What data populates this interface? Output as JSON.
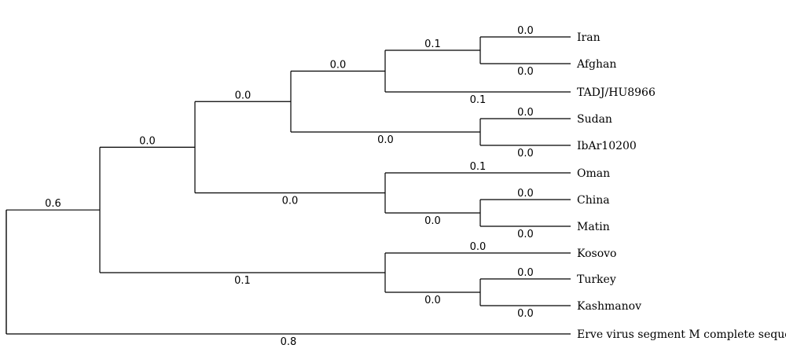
{
  "chart_data": {
    "type": "phylogenetic-tree",
    "leaves": [
      {
        "id": "iran",
        "name": "Iran"
      },
      {
        "id": "afghan",
        "name": "Afghan"
      },
      {
        "id": "tadj",
        "name": "TADJ/HU8966"
      },
      {
        "id": "sudan",
        "name": "Sudan"
      },
      {
        "id": "ibar",
        "name": "IbAr10200"
      },
      {
        "id": "oman",
        "name": "Oman"
      },
      {
        "id": "china",
        "name": "China"
      },
      {
        "id": "matin",
        "name": "Matin"
      },
      {
        "id": "kosovo",
        "name": "Kosovo"
      },
      {
        "id": "turkey",
        "name": "Turkey"
      },
      {
        "id": "kashmanov",
        "name": "Kashmanov"
      },
      {
        "id": "erve",
        "name": "Erve virus segment M complete sequence"
      }
    ],
    "branch_labels": {
      "root_to_n1": "0.6",
      "root_to_erve": "0.8",
      "n1_to_n2": "0.0",
      "n1_to_n7": "0.1",
      "n2_to_n3": "0.0",
      "n2_to_n5": "0.0",
      "n3_to_n4": "0.0",
      "n3_to_n9": "0.0",
      "n4_to_n10": "0.1",
      "n4_to_tadj": "0.1",
      "n10_to_iran": "0.0",
      "n10_to_afghan": "0.0",
      "n9_to_sudan": "0.0",
      "n9_to_ibar": "0.0",
      "n5_to_oman": "0.1",
      "n5_to_n6": "0.0",
      "n6_to_china": "0.0",
      "n6_to_matin": "0.0",
      "n7_to_kosovo": "0.0",
      "n7_to_n8": "0.0",
      "n8_to_turkey": "0.0",
      "n8_to_kashmanov": "0.0"
    }
  }
}
